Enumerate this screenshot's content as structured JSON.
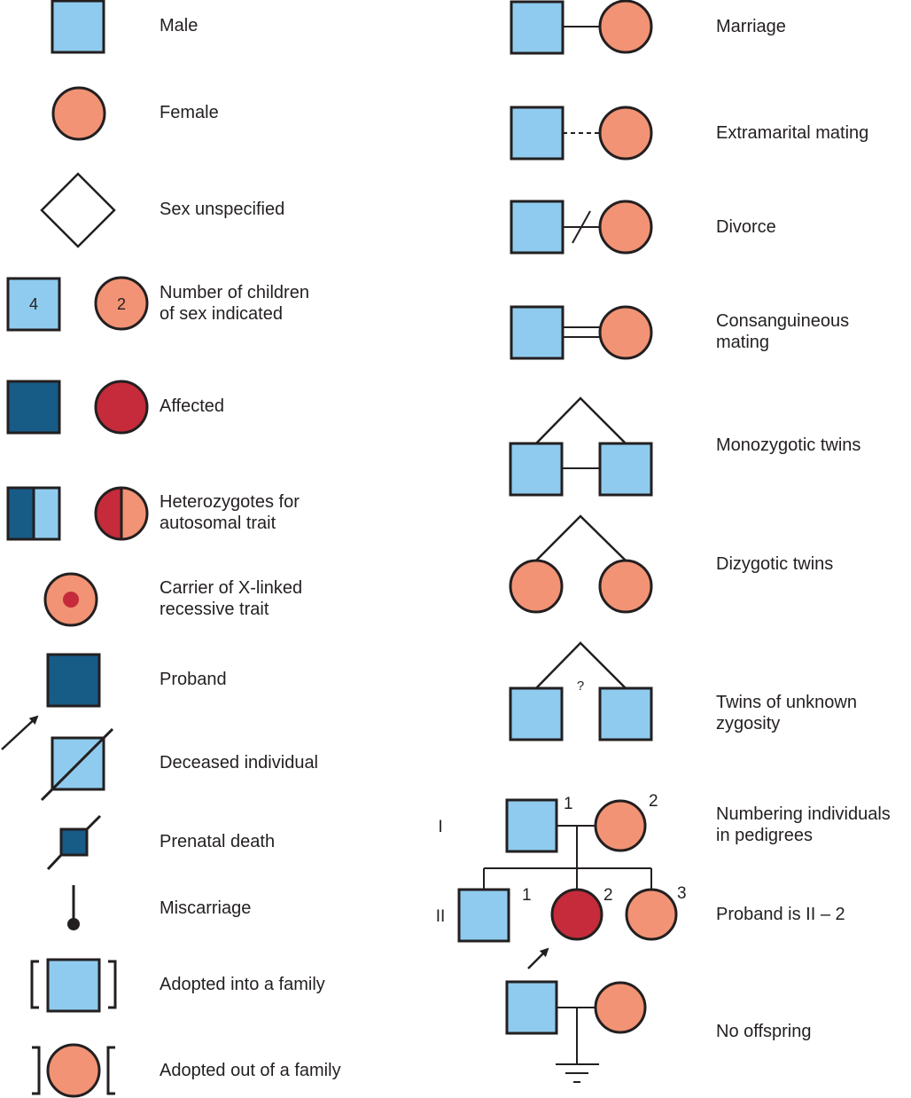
{
  "colors": {
    "male": "#8fcbee",
    "female": "#f29375",
    "affected_male": "#175b87",
    "affected_female": "#c52b3a",
    "stroke": "#231f20"
  },
  "legend_left": [
    {
      "key": "male",
      "label": "Male"
    },
    {
      "key": "female",
      "label": "Female"
    },
    {
      "key": "sex_unspecified",
      "label": "Sex unspecified"
    },
    {
      "key": "number_of_children",
      "label": "Number of children\nof sex indicated",
      "male_count": "4",
      "female_count": "2"
    },
    {
      "key": "affected",
      "label": "Affected"
    },
    {
      "key": "heterozygotes",
      "label": "Heterozygotes for\nautosomal trait"
    },
    {
      "key": "carrier_x_linked",
      "label": "Carrier of X-linked\nrecessive trait"
    },
    {
      "key": "proband",
      "label": "Proband"
    },
    {
      "key": "deceased",
      "label": "Deceased individual"
    },
    {
      "key": "prenatal_death",
      "label": "Prenatal death"
    },
    {
      "key": "miscarriage",
      "label": "Miscarriage"
    },
    {
      "key": "adopted_into",
      "label": "Adopted into a family"
    },
    {
      "key": "adopted_out",
      "label": "Adopted out of a family"
    }
  ],
  "legend_right": [
    {
      "key": "marriage",
      "label": "Marriage"
    },
    {
      "key": "extramarital",
      "label": "Extramarital mating"
    },
    {
      "key": "divorce",
      "label": "Divorce"
    },
    {
      "key": "consanguineous",
      "label": "Consanguineous\nmating"
    },
    {
      "key": "monozygotic",
      "label": "Monozygotic twins"
    },
    {
      "key": "dizygotic",
      "label": "Dizygotic twins"
    },
    {
      "key": "unknown_zygosity",
      "label": "Twins of unknown\nzygosity",
      "mark": "?"
    },
    {
      "key": "numbering",
      "label": "Numbering individuals\nin pedigrees"
    },
    {
      "key": "proband_example",
      "label": "Proband is II – 2"
    },
    {
      "key": "no_offspring",
      "label": "No offspring"
    }
  ],
  "pedigree": {
    "generations": [
      "I",
      "II"
    ],
    "gen1_numbers": [
      "1",
      "2"
    ],
    "gen2_numbers": [
      "1",
      "2",
      "3"
    ]
  }
}
